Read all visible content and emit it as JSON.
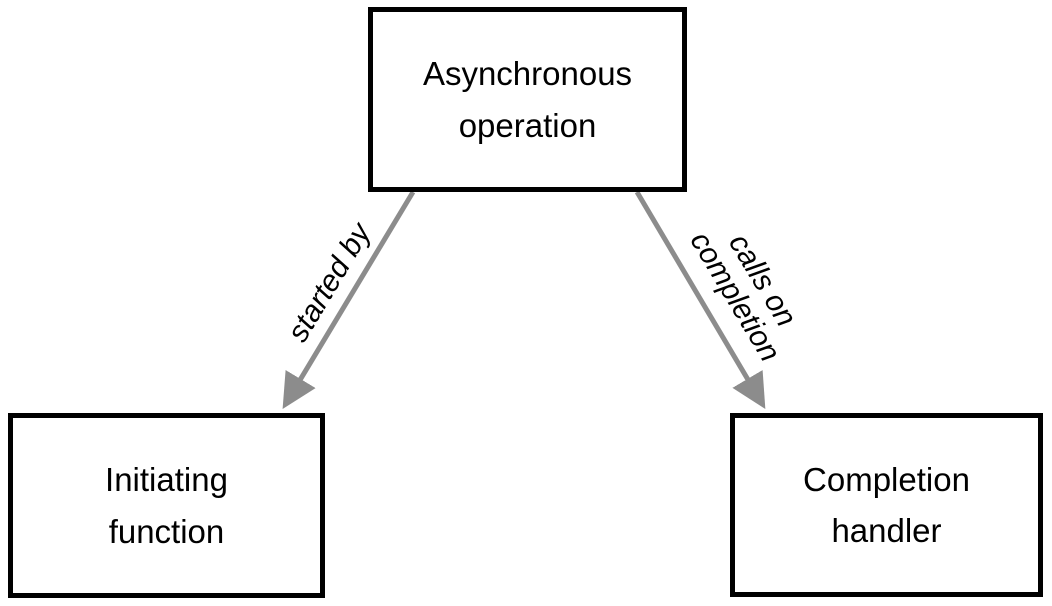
{
  "diagram": {
    "nodes": {
      "async_operation": {
        "label": "Asynchronous\noperation"
      },
      "initiating_function": {
        "label": "Initiating\nfunction"
      },
      "completion_handler": {
        "label": "Completion\nhandler"
      }
    },
    "edges": {
      "started_by": {
        "label": "started by",
        "from": "async_operation",
        "to": "initiating_function"
      },
      "calls_on_completion": {
        "label": "calls on\ncompletion",
        "from": "async_operation",
        "to": "completion_handler"
      }
    },
    "colors": {
      "arrow": "#8c8c8c",
      "node_border": "#000000",
      "node_fill": "#ffffff",
      "text": "#000000",
      "background": "#ffffff"
    }
  }
}
